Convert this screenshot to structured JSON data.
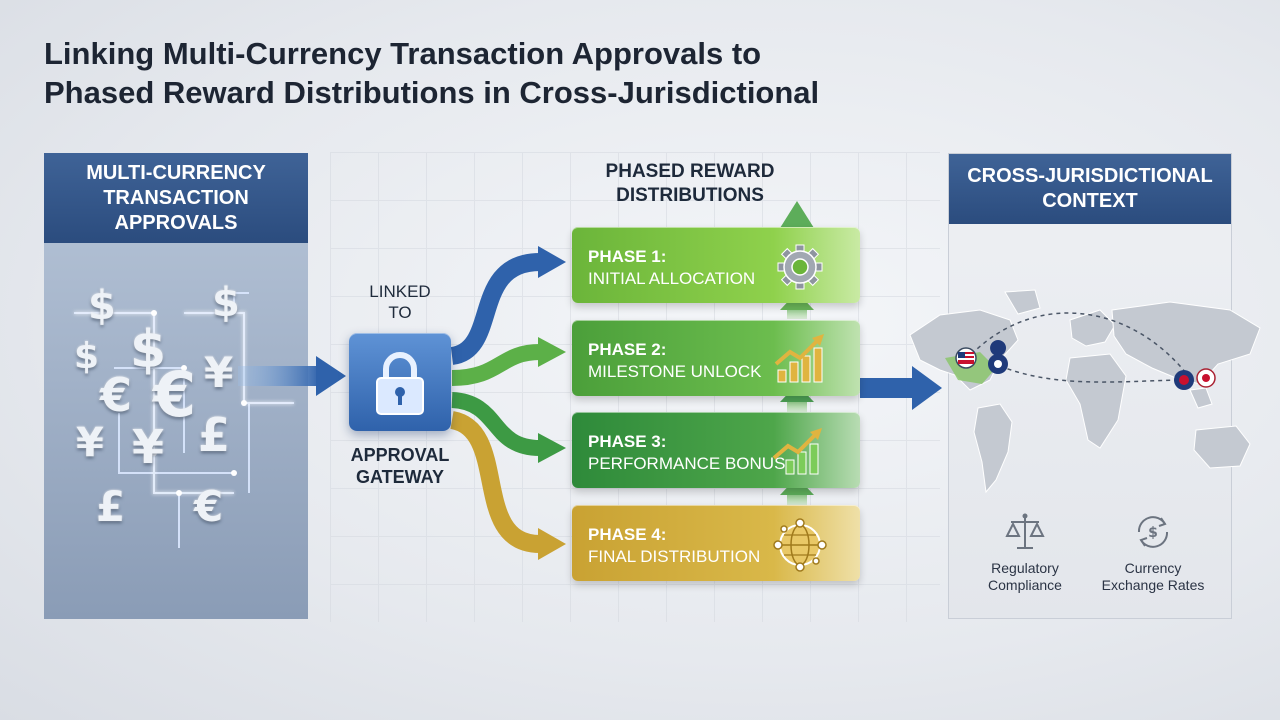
{
  "title": {
    "line1": "Linking Multi-Currency Transaction Approvals to",
    "line2": "Phased Reward Distributions in Cross-Jurisdictional"
  },
  "left_panel": {
    "heading_lines": [
      "MULTI-CURRENCY",
      "TRANSACTION",
      "APPROVALS"
    ],
    "symbols": [
      "$",
      "$",
      "$",
      "$",
      "€",
      "€",
      "¥",
      "¥",
      "¥",
      "£",
      "£",
      "€"
    ]
  },
  "gateway": {
    "linked_lines": [
      "LINKED",
      "TO"
    ],
    "icon": "padlock-icon",
    "label_lines": [
      "APPROVAL",
      "GATEWAY"
    ]
  },
  "phases": {
    "heading_lines": [
      "PHASED REWARD",
      "DISTRIBUTIONS"
    ],
    "items": [
      {
        "label": "PHASE 1:",
        "name": "INITIAL ALLOCATION",
        "icon": "gear-icon",
        "color": "#7cc242"
      },
      {
        "label": "PHASE 2:",
        "name": "MILESTONE UNLOCK",
        "icon": "growth-chart-icon",
        "color": "#5cb048"
      },
      {
        "label": "PHASE 3:",
        "name": "PERFORMANCE BONUS",
        "icon": "growth-chart-icon",
        "color": "#3d9a44"
      },
      {
        "label": "PHASE 4:",
        "name": "FINAL DISTRIBUTION",
        "icon": "globe-network-icon",
        "color": "#d4ad3c"
      }
    ]
  },
  "right_panel": {
    "heading_lines": [
      "CROSS-JURISDICTIONAL",
      "CONTEXT"
    ],
    "icon_labels": [
      {
        "icon": "scales-icon",
        "lines": [
          "Regulatory",
          "Compliance"
        ]
      },
      {
        "icon": "currency-exchange-icon",
        "lines": [
          "Currency",
          "Exchange Rates"
        ]
      }
    ]
  },
  "colors": {
    "navy": "#2b4c7e",
    "blue_arrow": "#2f62ab",
    "green_arrow": "#4ea64a",
    "gold_arrow": "#c9a233"
  }
}
